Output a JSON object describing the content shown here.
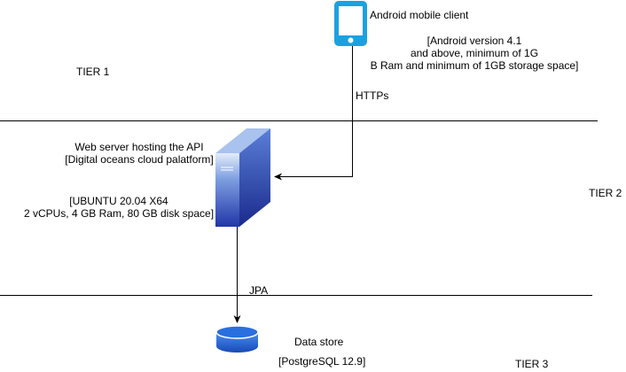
{
  "tiers": {
    "tier1": "TIER 1",
    "tier2": "TIER 2",
    "tier3": "TIER 3"
  },
  "mobile": {
    "title": "Android mobile client",
    "specs": [
      "[Android version 4.1",
      "and above, minimum of 1G",
      "B Ram and minimum of 1GB storage space]"
    ],
    "icon": "smartphone-icon",
    "color": "#1BA1E2"
  },
  "server": {
    "title_lines": [
      "Web server hosting the API",
      "[Digital oceans cloud palatform]"
    ],
    "specs": [
      "[UBUNTU 20.04 X64",
      "2 vCPUs, 4 GB Ram, 80 GB disk space]"
    ],
    "icon": "server-icon",
    "color": "#2E4FBF"
  },
  "database": {
    "title": "Data store",
    "version": "[PostgreSQL 12.9]",
    "icon": "database-icon",
    "color": "#1F63D6"
  },
  "connections": {
    "https": "HTTPs",
    "jpa": "JPA"
  }
}
